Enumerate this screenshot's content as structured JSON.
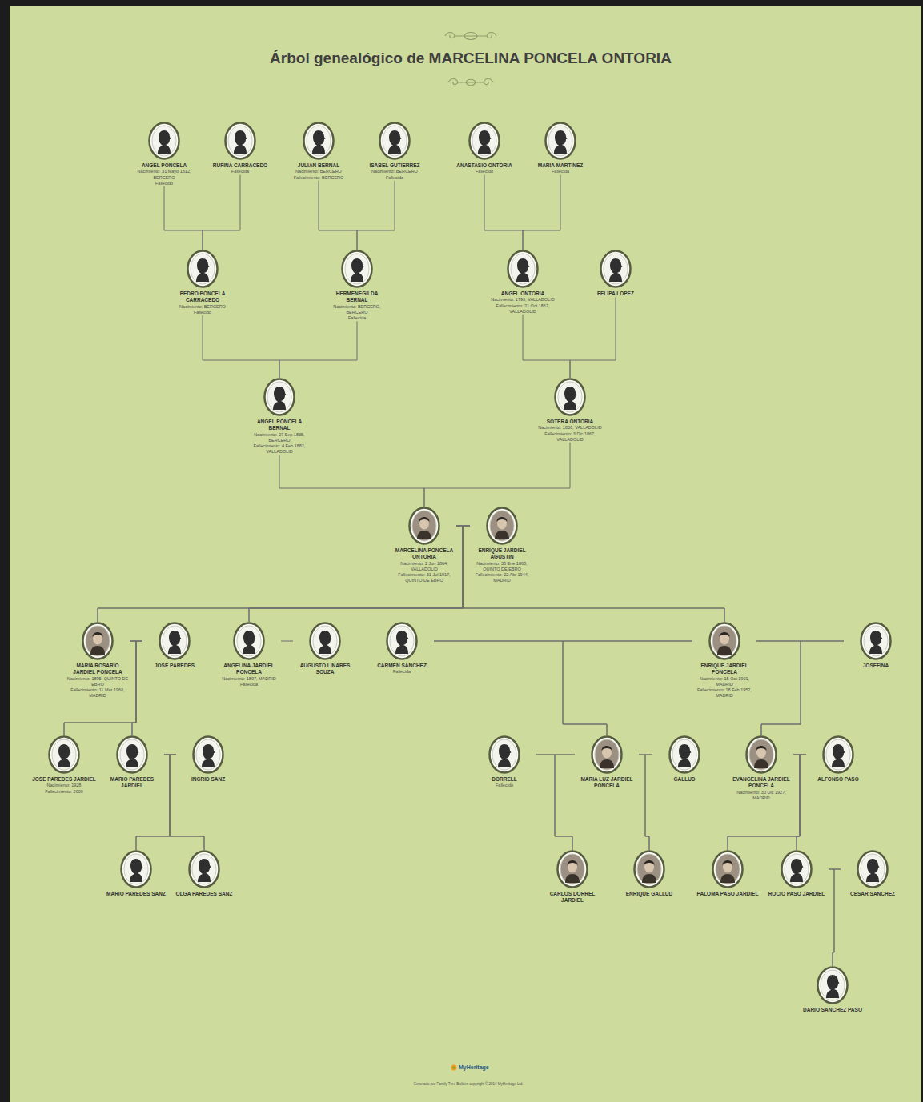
{
  "diagram": {
    "title": "Árbol genealógico de MARCELINA PONCELA ONTORIA",
    "nodes": [
      {
        "text": [
          "ANGEL PONCELA",
          "Nacimiento: 31 Mayo 1812, BERCERO",
          "Fallecido"
        ]
      },
      {
        "text": [
          "RUFINA CARRACEDO",
          "Fallecida"
        ]
      },
      {
        "text": [
          "JULIAN BERNAL",
          "Nacimiento: BERCERO",
          "Fallecimiento: BERCERO"
        ]
      },
      {
        "text": [
          "ISABEL GUTIERREZ",
          "Nacimiento: BERCERO",
          "Fallecida"
        ]
      },
      {
        "text": [
          "ANASTASIO ONTORIA",
          "Fallecido"
        ]
      },
      {
        "text": [
          "MARIA MARTINEZ",
          "Fallecida"
        ]
      },
      {
        "text": [
          "PEDRO PONCELA CARRACEDO",
          "Nacimiento: BERCERO",
          "Fallecido"
        ]
      },
      {
        "text": [
          "HERMENEGILDA BERNAL",
          "Nacimiento: BERCERO, BERCERO",
          "Fallecida"
        ]
      },
      {
        "text": [
          "ANGEL ONTORIA",
          "Nacimiento: 1793, VALLADOLID",
          "Fallecimiento: 21 Oct 1867, VALLADOLID"
        ]
      },
      {
        "text": [
          "FELIPA LOPEZ"
        ]
      },
      {
        "text": [
          "ANGEL PONCELA BERNAL",
          "Nacimiento: 27 Sep 1835, BERCERO",
          "Fallecimiento: 4 Feb 1882, VALLADOLID"
        ]
      },
      {
        "text": [
          "SOTERA ONTORIA",
          "Nacimiento: 1836, VALLADOLID",
          "Fallecimiento: 3 Dic 1867, VALLADOLID"
        ]
      },
      {
        "text": [
          "MARCELINA PONCELA ONTORIA",
          "Nacimiento: 2 Jun 1864, VALLADOLID",
          "Fallecimiento: 31 Jul 1917, QUINTO DE EBRO"
        ]
      },
      {
        "text": [
          "ENRIQUE JARDIEL AGUSTIN",
          "Nacimiento: 30 Ene 1868, QUINTO DE EBRO",
          "Fallecimiento: 22 Abr 1944, MADRID"
        ]
      },
      {
        "text": [
          "MARIA ROSARIO JARDIEL PONCELA",
          "Nacimiento: 1895, QUINTO DE EBRO",
          "Fallecimiento: 11 Mar 1966, MADRID"
        ]
      },
      {
        "text": [
          "JOSE PAREDES"
        ]
      },
      {
        "text": [
          "ANGELINA JARDIEL PONCELA",
          "Nacimiento: 1897, MADRID",
          "Fallecida"
        ]
      },
      {
        "text": [
          "AUGUSTO LINARES SOUZA"
        ]
      },
      {
        "text": [
          "CARMEN SANCHEZ",
          "Fallecida"
        ]
      },
      {
        "text": [
          "ENRIQUE JARDIEL PONCELA",
          "Nacimiento: 15 Oct 1901, MADRID",
          "Fallecimiento: 18 Feb 1952, MADRID"
        ]
      },
      {
        "text": [
          "JOSEFINA"
        ]
      },
      {
        "text": [
          "JOSE PAREDES JARDIEL",
          "Nacimiento: 1928",
          "Fallecimiento: 2000"
        ]
      },
      {
        "text": [
          "MARIO PAREDES JARDIEL"
        ]
      },
      {
        "text": [
          "INGRID SANZ"
        ]
      },
      {
        "text": [
          "DORRELL",
          "Fallecido"
        ]
      },
      {
        "text": [
          "MARIA LUZ JARDIEL PONCELA"
        ]
      },
      {
        "text": [
          "GALLUD"
        ]
      },
      {
        "text": [
          "EVANGELINA JARDIEL PONCELA",
          "Nacimiento: 30 Dic 1927, MADRID"
        ]
      },
      {
        "text": [
          "ALFONSO PASO"
        ]
      },
      {
        "text": [
          "MARIO PAREDES SANZ"
        ]
      },
      {
        "text": [
          "OLGA PAREDES SANZ"
        ]
      },
      {
        "text": [
          "CARLOS DORREL JARDIEL"
        ]
      },
      {
        "text": [
          "ENRIQUE GALLUD"
        ]
      },
      {
        "text": [
          "PALOMA PASO JARDIEL"
        ]
      },
      {
        "text": [
          "ROCIO PASO JARDIEL"
        ]
      },
      {
        "text": [
          "CESAR SANCHEZ"
        ]
      },
      {
        "text": [
          "DARIO SANCHEZ PASO"
        ]
      }
    ],
    "edges": [
      {
        "from": 0,
        "to": 6,
        "arrow": "none"
      },
      {
        "from": 1,
        "to": 6,
        "arrow": "none"
      },
      {
        "from": 2,
        "to": 7,
        "arrow": "none"
      },
      {
        "from": 3,
        "to": 7,
        "arrow": "none"
      },
      {
        "from": 4,
        "to": 8,
        "arrow": "none"
      },
      {
        "from": 5,
        "to": 8,
        "arrow": "none"
      },
      {
        "from": 6,
        "to": 10,
        "arrow": "none"
      },
      {
        "from": 7,
        "to": 10,
        "arrow": "none"
      },
      {
        "from": 8,
        "to": 11,
        "arrow": "none"
      },
      {
        "from": 9,
        "to": 11,
        "arrow": "none"
      },
      {
        "from": 10,
        "to": 12,
        "arrow": "none"
      },
      {
        "from": 11,
        "to": 12,
        "arrow": "none"
      },
      {
        "from": 12,
        "to": 13,
        "arrow": "none"
      },
      {
        "from": 12,
        "to": 14,
        "arrow": "none"
      },
      {
        "from": 13,
        "to": 14,
        "arrow": "none"
      },
      {
        "from": 12,
        "to": 16,
        "arrow": "none"
      },
      {
        "from": 13,
        "to": 16,
        "arrow": "none"
      },
      {
        "from": 12,
        "to": 19,
        "arrow": "none"
      },
      {
        "from": 13,
        "to": 19,
        "arrow": "none"
      },
      {
        "from": 14,
        "to": 15,
        "arrow": "none"
      },
      {
        "from": 14,
        "to": 21,
        "arrow": "none"
      },
      {
        "from": 15,
        "to": 21,
        "arrow": "none"
      },
      {
        "from": 14,
        "to": 22,
        "arrow": "none"
      },
      {
        "from": 15,
        "to": 22,
        "arrow": "none"
      },
      {
        "from": 16,
        "to": 17,
        "arrow": "none"
      },
      {
        "from": 18,
        "to": 19,
        "arrow": "none"
      },
      {
        "from": 18,
        "to": 25,
        "arrow": "none"
      },
      {
        "from": 19,
        "to": 25,
        "arrow": "none"
      },
      {
        "from": 19,
        "to": 20,
        "arrow": "none"
      },
      {
        "from": 19,
        "to": 27,
        "arrow": "none"
      },
      {
        "from": 20,
        "to": 27,
        "arrow": "none"
      },
      {
        "from": 22,
        "to": 23,
        "arrow": "none"
      },
      {
        "from": 22,
        "to": 29,
        "arrow": "none"
      },
      {
        "from": 23,
        "to": 29,
        "arrow": "none"
      },
      {
        "from": 22,
        "to": 30,
        "arrow": "none"
      },
      {
        "from": 23,
        "to": 30,
        "arrow": "none"
      },
      {
        "from": 24,
        "to": 25,
        "arrow": "none"
      },
      {
        "from": 24,
        "to": 31,
        "arrow": "none"
      },
      {
        "from": 25,
        "to": 31,
        "arrow": "none"
      },
      {
        "from": 25,
        "to": 26,
        "arrow": "none"
      },
      {
        "from": 25,
        "to": 32,
        "arrow": "none"
      },
      {
        "from": 26,
        "to": 32,
        "arrow": "none"
      },
      {
        "from": 27,
        "to": 28,
        "arrow": "none"
      },
      {
        "from": 27,
        "to": 33,
        "arrow": "none"
      },
      {
        "from": 28,
        "to": 33,
        "arrow": "none"
      },
      {
        "from": 27,
        "to": 34,
        "arrow": "none"
      },
      {
        "from": 28,
        "to": 34,
        "arrow": "none"
      },
      {
        "from": 34,
        "to": 35,
        "arrow": "none"
      },
      {
        "from": 34,
        "to": 36,
        "arrow": "none"
      },
      {
        "from": 35,
        "to": 36,
        "arrow": "none"
      }
    ],
    "labels": [
      "MyHeritage",
      "Generado por Family Tree Builder, copyright © 2014 MyHeritage Ltd."
    ]
  }
}
